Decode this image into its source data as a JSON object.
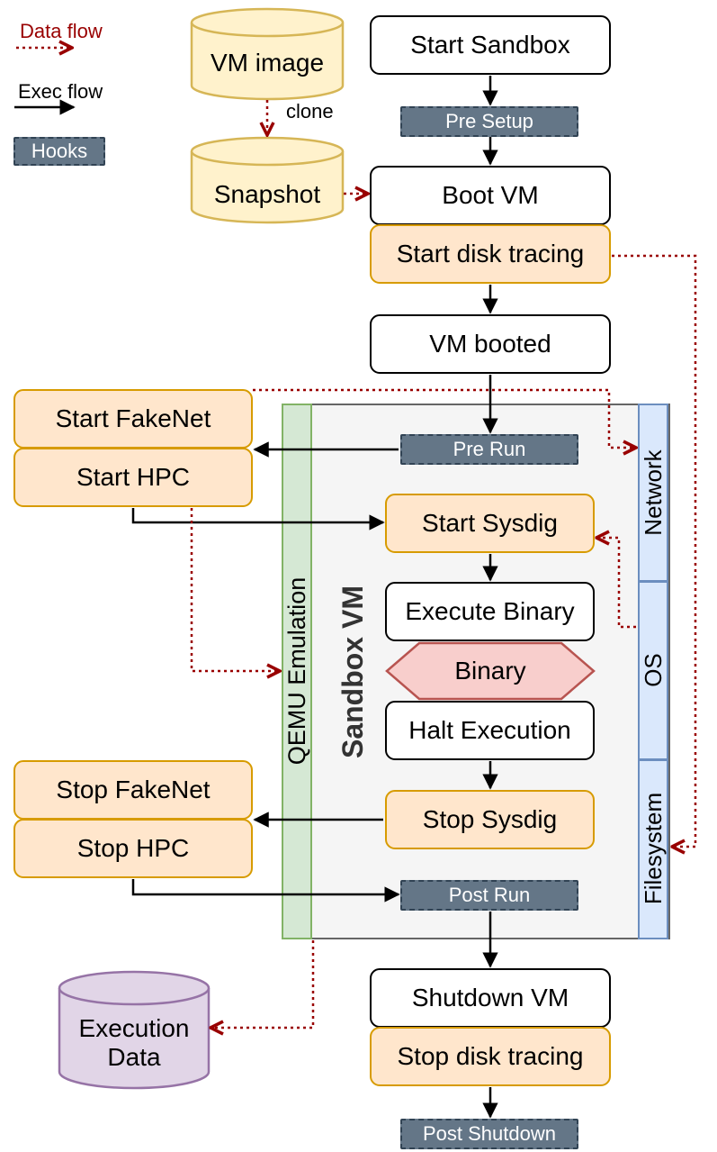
{
  "legend": {
    "data_flow": "Data flow",
    "exec_flow": "Exec flow",
    "hooks": "Hooks"
  },
  "storage": {
    "vm_image": "VM image",
    "clone": "clone",
    "snapshot": "Snapshot",
    "execution_data": "Execution\nData"
  },
  "main_flow": {
    "start_sandbox": "Start Sandbox",
    "pre_setup": "Pre Setup",
    "boot_vm": "Boot VM",
    "start_disk_tracing": "Start disk tracing",
    "vm_booted": "VM booted",
    "pre_run": "Pre Run",
    "start_sysdig": "Start Sysdig",
    "execute_binary": "Execute Binary",
    "binary": "Binary",
    "halt_execution": "Halt Execution",
    "stop_sysdig": "Stop Sysdig",
    "post_run": "Post Run",
    "shutdown_vm": "Shutdown VM",
    "stop_disk_tracing": "Stop disk tracing",
    "post_shutdown": "Post Shutdown"
  },
  "host_side": {
    "start_fakenet": "Start FakeNet",
    "start_hpc": "Start HPC",
    "stop_fakenet": "Stop FakeNet",
    "stop_hpc": "Stop HPC"
  },
  "containers": {
    "qemu": "QEMU Emulation",
    "sandbox_vm": "Sandbox VM",
    "network": "Network",
    "os": "OS",
    "filesystem": "Filesystem"
  },
  "colors": {
    "data_flow": "#990000",
    "exec_flow": "#000000",
    "hook_fill": "#647687",
    "orange_fill": "#ffe6cc",
    "orange_stroke": "#d79b00",
    "cylinder_yellow": "#fff2cc",
    "cylinder_yellow_stroke": "#d6b656",
    "cylinder_purple": "#e1d5e7",
    "cylinder_purple_stroke": "#9673a6",
    "binary_fill": "#f8cecc",
    "binary_stroke": "#b85450",
    "qemu_fill": "#d5e8d4",
    "qemu_stroke": "#82b366",
    "sandbox_fill": "#f5f5f5",
    "sandbox_stroke": "#666666",
    "blue_fill": "#dae8fc",
    "blue_stroke": "#6c8ebf"
  }
}
